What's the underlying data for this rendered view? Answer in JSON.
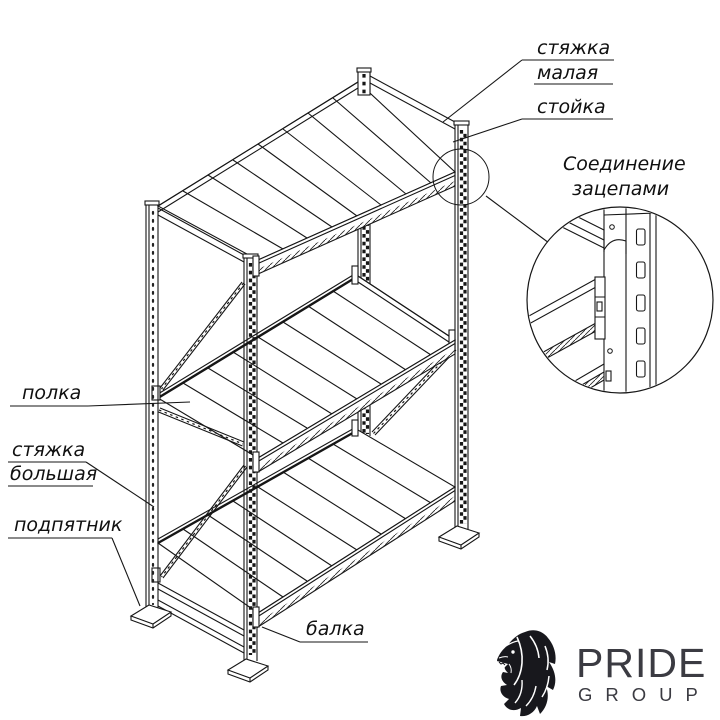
{
  "diagram": {
    "labels": {
      "tie_small": {
        "line1": "стяжка",
        "line2": "малая"
      },
      "post": "стойка",
      "hook_connection": {
        "line1": "Соединение",
        "line2": "зацепами"
      },
      "shelf": "полка",
      "tie_big": {
        "line1": "стяжка",
        "line2": "большая"
      },
      "foot_plate": "подпятник",
      "beam": "балка"
    }
  },
  "logo": {
    "brand": "PRIDE",
    "suffix": "GROUP",
    "color": "#3b3b42"
  },
  "colors": {
    "line": "#161616",
    "background": "#ffffff",
    "label_text": "#101010"
  }
}
